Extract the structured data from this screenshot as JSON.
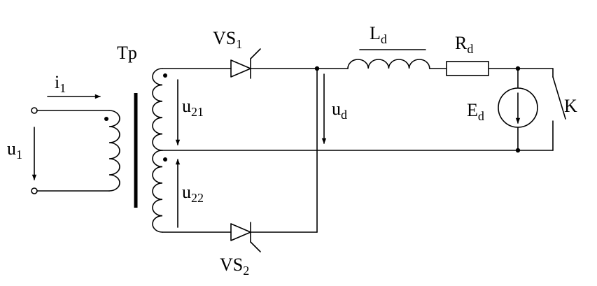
{
  "labels": {
    "tp": "Tp",
    "i1": {
      "main": "i",
      "sub": "1"
    },
    "u1": {
      "main": "u",
      "sub": "1"
    },
    "u21": {
      "main": "u",
      "sub": "21"
    },
    "u22": {
      "main": "u",
      "sub": "22"
    },
    "ud": {
      "main": "u",
      "sub": "d"
    },
    "vs1": {
      "main": "VS",
      "sub": "1"
    },
    "vs2": {
      "main": "VS",
      "sub": "2"
    },
    "ld": {
      "main": "L",
      "sub": "d"
    },
    "rd": {
      "main": "R",
      "sub": "d"
    },
    "ed": {
      "main": "E",
      "sub": "d"
    },
    "k": "K"
  }
}
